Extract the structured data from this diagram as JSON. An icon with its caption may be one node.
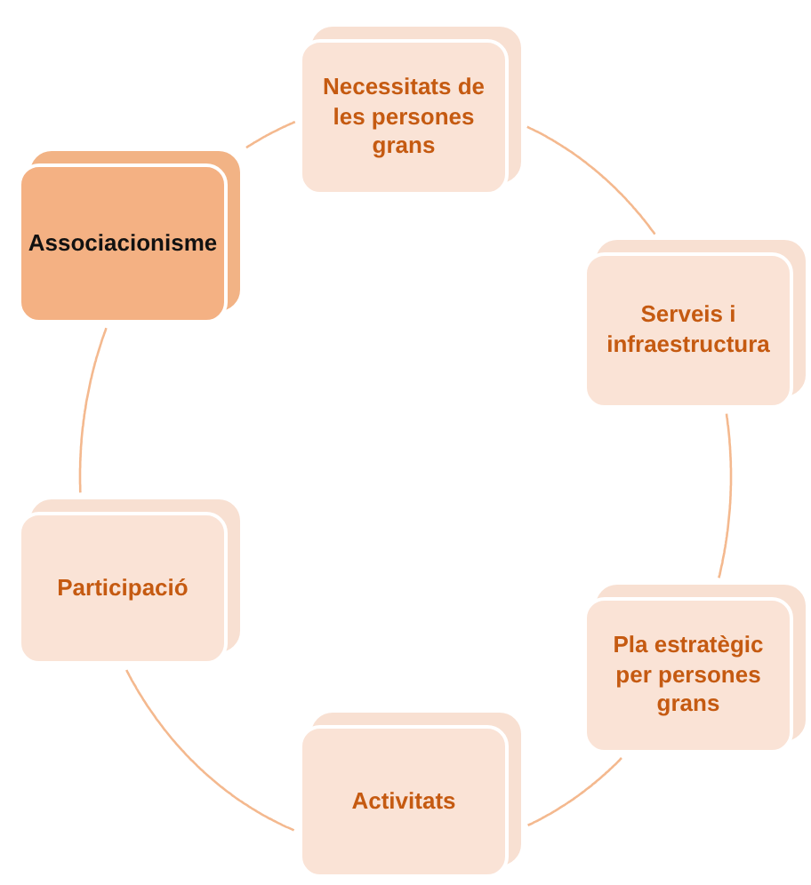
{
  "diagram": {
    "nodes": [
      {
        "text": [
          "Necessitats de les persones grans"
        ]
      },
      {
        "text": [
          "Serveis i infraestructura"
        ]
      },
      {
        "text": [
          "Pla estratègic per persones grans"
        ]
      },
      {
        "text": [
          "Activitats"
        ]
      },
      {
        "text": [
          "Participació"
        ]
      },
      {
        "text": [
          "Associacionisme"
        ]
      }
    ],
    "edges": [
      {
        "from": 0,
        "to": 1,
        "arrow": "none"
      },
      {
        "from": 1,
        "to": 2,
        "arrow": "none"
      },
      {
        "from": 2,
        "to": 3,
        "arrow": "none"
      },
      {
        "from": 3,
        "to": 4,
        "arrow": "none"
      },
      {
        "from": 4,
        "to": 5,
        "arrow": "none"
      },
      {
        "from": 5,
        "to": 0,
        "arrow": "none"
      }
    ]
  }
}
